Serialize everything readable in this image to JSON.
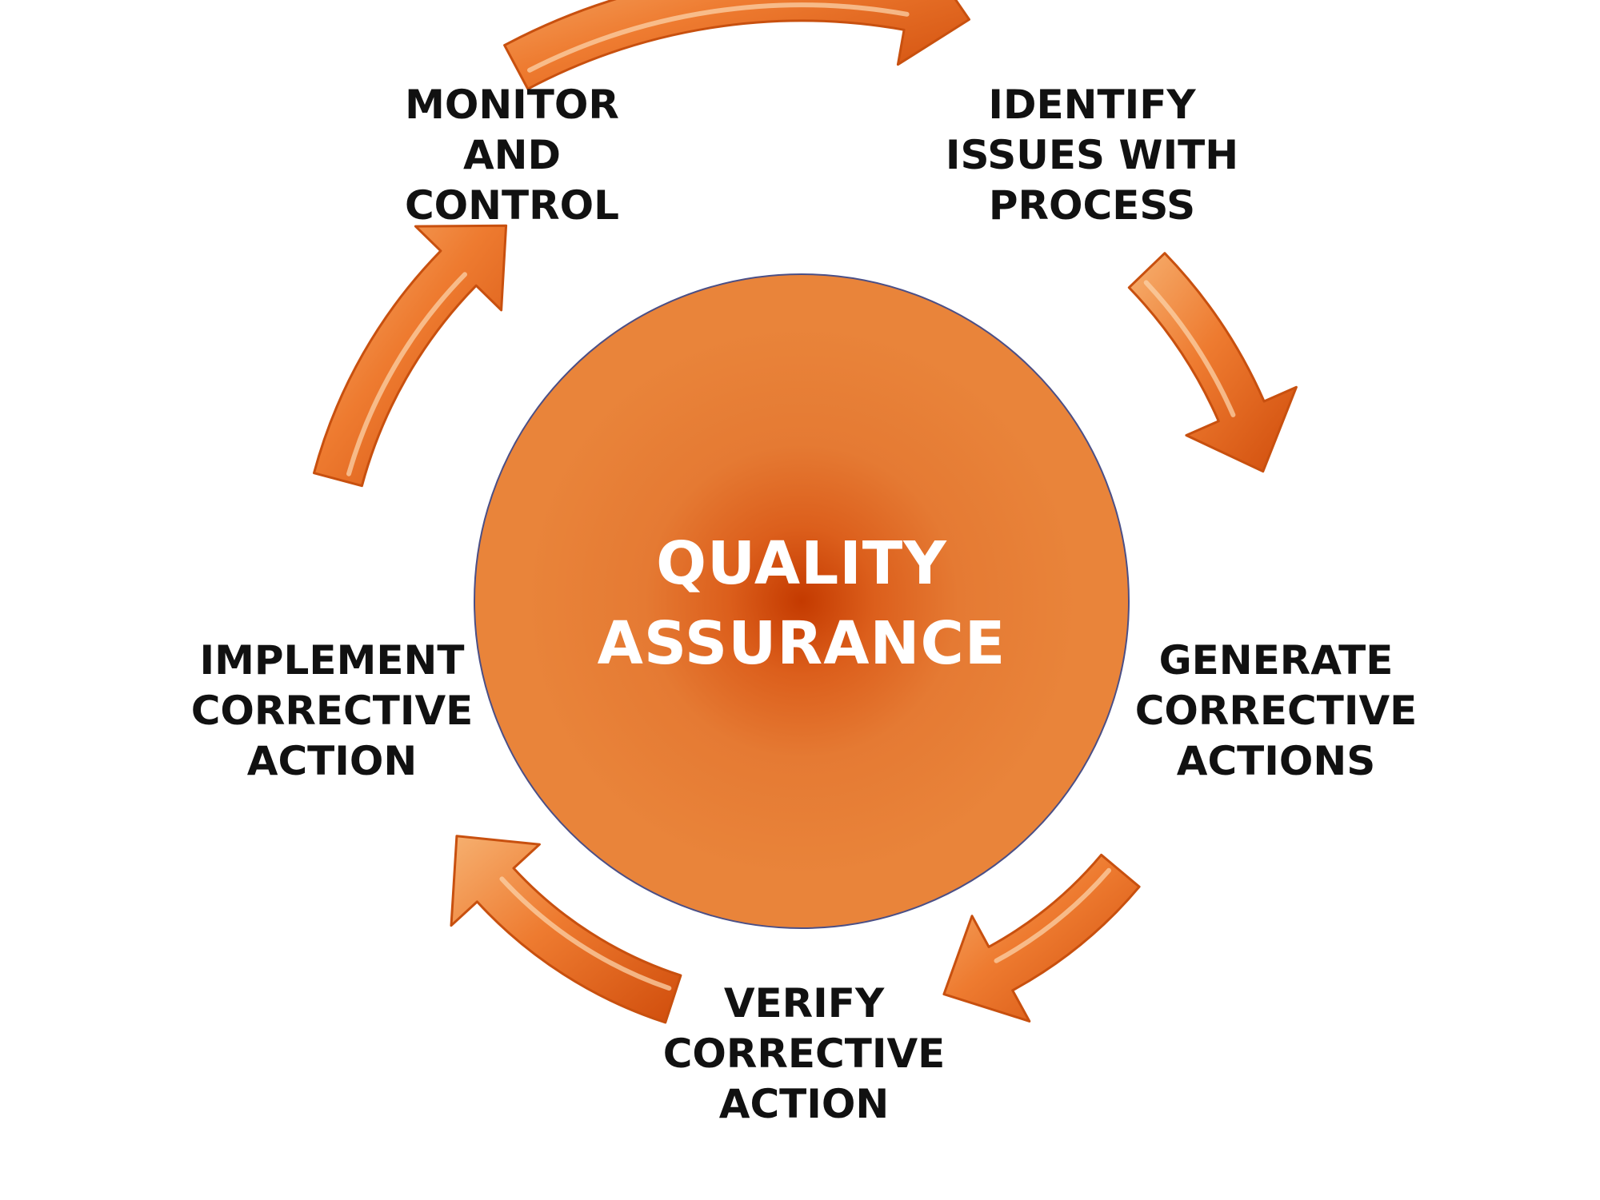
{
  "hub": {
    "title_line1": "QUALITY",
    "title_line2": "ASSURANCE"
  },
  "steps": {
    "monitor": {
      "line1": "MONITOR",
      "line2": "AND",
      "line3": "CONTROL"
    },
    "identify": {
      "line1": "IDENTIFY",
      "line2": "ISSUES WITH",
      "line3": "PROCESS"
    },
    "generate": {
      "line1": "GENERATE",
      "line2": "CORRECTIVE",
      "line3": "ACTIONS"
    },
    "verify": {
      "line1": "VERIFY",
      "line2": "CORRECTIVE",
      "line3": "ACTION"
    },
    "implement": {
      "line1": "IMPLEMENT",
      "line2": "CORRECTIVE",
      "line3": "ACTION"
    }
  },
  "colors": {
    "arrow_light": "#f6b070",
    "arrow_mid": "#ee7b30",
    "arrow_dark": "#d04d0c",
    "hub_center": "#c43a00",
    "hub_edge": "#e8853c",
    "hub_outline": "#4b4f86",
    "label_text": "#111111",
    "hub_text": "#ffffff"
  },
  "icons": [
    "curved-arrow-icon"
  ]
}
